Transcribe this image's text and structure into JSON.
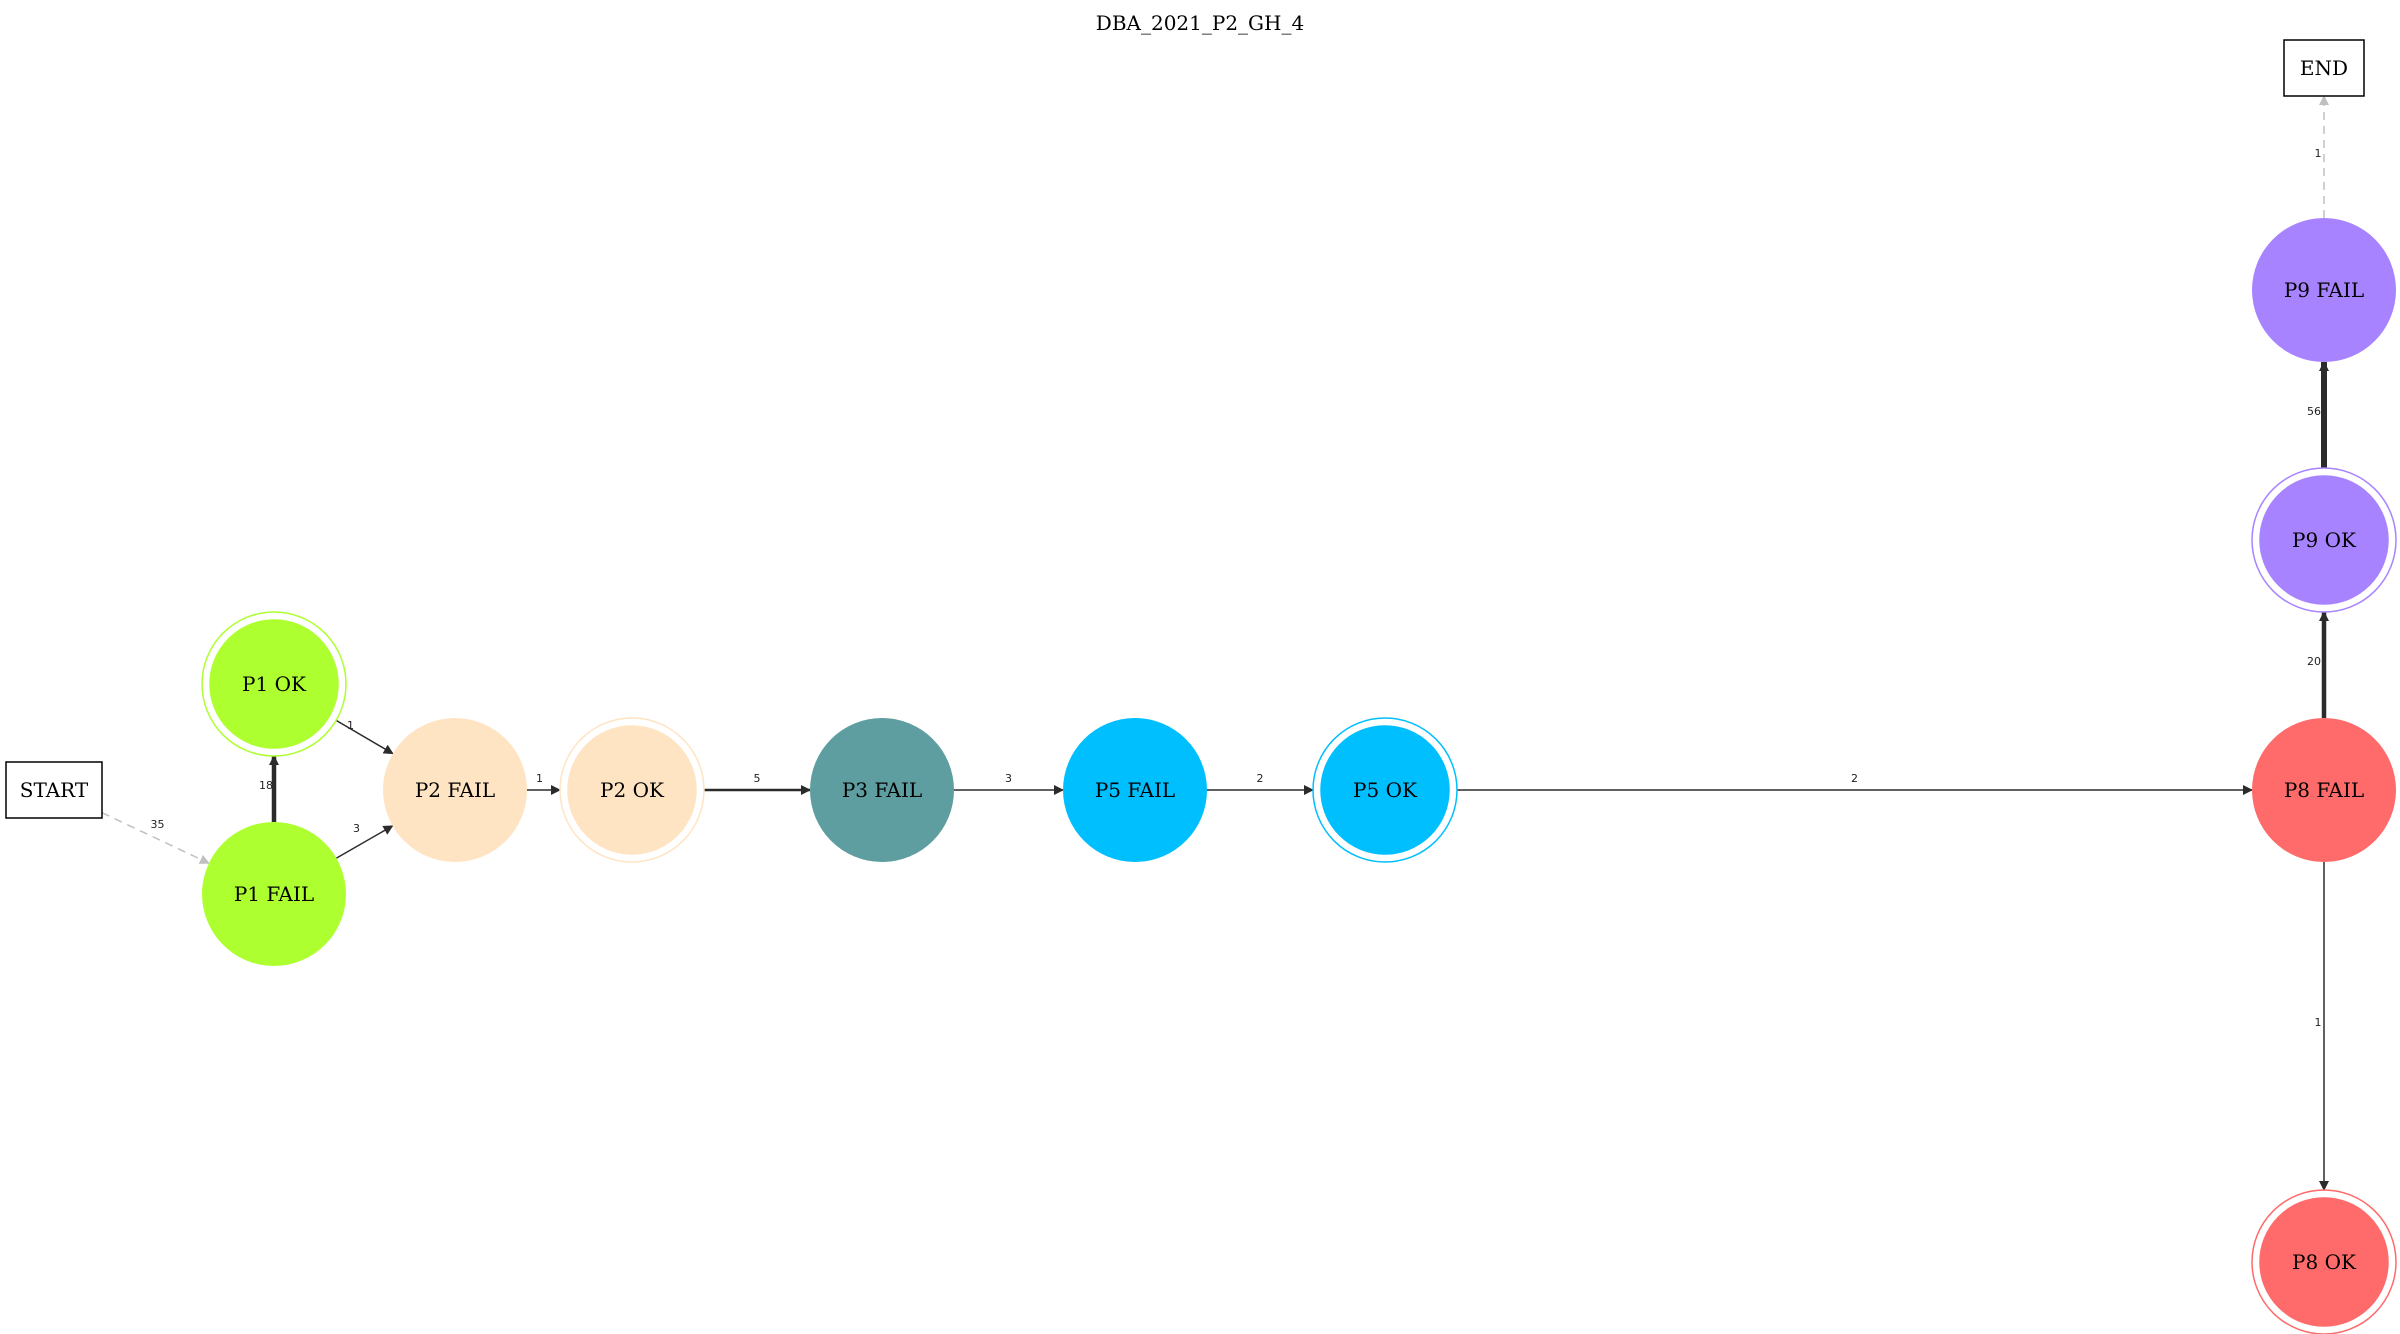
{
  "title": "DBA_2021_P2_GH_4",
  "nodes": [
    {
      "id": "START",
      "label": "START",
      "shape": "box",
      "fill": "#ffffff",
      "stroke": "#000000"
    },
    {
      "id": "END",
      "label": "END",
      "shape": "box",
      "fill": "#ffffff",
      "stroke": "#000000"
    },
    {
      "id": "P1_FAIL",
      "label": "P1 FAIL",
      "shape": "circle",
      "fill": "#adff2f"
    },
    {
      "id": "P1_OK",
      "label": "P1 OK",
      "shape": "doublecircle",
      "fill": "#adff2f"
    },
    {
      "id": "P2_FAIL",
      "label": "P2 FAIL",
      "shape": "circle",
      "fill": "#ffe4c4"
    },
    {
      "id": "P2_OK",
      "label": "P2 OK",
      "shape": "doublecircle",
      "fill": "#ffe4c4"
    },
    {
      "id": "P3_FAIL",
      "label": "P3 FAIL",
      "shape": "circle",
      "fill": "#5f9ea0"
    },
    {
      "id": "P5_FAIL",
      "label": "P5 FAIL",
      "shape": "circle",
      "fill": "#00bfff"
    },
    {
      "id": "P5_OK",
      "label": "P5 OK",
      "shape": "doublecircle",
      "fill": "#00bfff"
    },
    {
      "id": "P8_FAIL",
      "label": "P8 FAIL",
      "shape": "circle",
      "fill": "#ff6a6a"
    },
    {
      "id": "P8_OK",
      "label": "P8 OK",
      "shape": "doublecircle",
      "fill": "#ff6a6a"
    },
    {
      "id": "P9_OK",
      "label": "P9 OK",
      "shape": "doublecircle",
      "fill": "#a883ff"
    },
    {
      "id": "P9_FAIL",
      "label": "P9 FAIL",
      "shape": "circle",
      "fill": "#a883ff"
    }
  ],
  "edges": [
    {
      "from": "START",
      "to": "P1_FAIL",
      "label": "35",
      "style": "dashed",
      "color": "#c0c0c0"
    },
    {
      "from": "P1_FAIL",
      "to": "P1_OK",
      "label": "18",
      "style": "solid",
      "color": "#2b2b2b"
    },
    {
      "from": "P1_FAIL",
      "to": "P2_FAIL",
      "label": "3",
      "style": "solid",
      "color": "#2b2b2b"
    },
    {
      "from": "P1_OK",
      "to": "P2_FAIL",
      "label": "1",
      "style": "solid",
      "color": "#2b2b2b"
    },
    {
      "from": "P2_FAIL",
      "to": "P2_OK",
      "label": "1",
      "style": "solid",
      "color": "#2b2b2b"
    },
    {
      "from": "P2_OK",
      "to": "P3_FAIL",
      "label": "5",
      "style": "solid",
      "color": "#2b2b2b"
    },
    {
      "from": "P3_FAIL",
      "to": "P5_FAIL",
      "label": "3",
      "style": "solid",
      "color": "#2b2b2b"
    },
    {
      "from": "P5_FAIL",
      "to": "P5_OK",
      "label": "2",
      "style": "solid",
      "color": "#2b2b2b"
    },
    {
      "from": "P5_OK",
      "to": "P8_FAIL",
      "label": "2",
      "style": "solid",
      "color": "#2b2b2b"
    },
    {
      "from": "P8_FAIL",
      "to": "P9_OK",
      "label": "20",
      "style": "solid",
      "color": "#2b2b2b"
    },
    {
      "from": "P9_OK",
      "to": "P9_FAIL",
      "label": "56",
      "style": "solid",
      "color": "#2b2b2b"
    },
    {
      "from": "P9_FAIL",
      "to": "END",
      "label": "1",
      "style": "dashed",
      "color": "#c0c0c0"
    },
    {
      "from": "P8_FAIL",
      "to": "P8_OK",
      "label": "1",
      "style": "solid",
      "color": "#2b2b2b"
    }
  ]
}
